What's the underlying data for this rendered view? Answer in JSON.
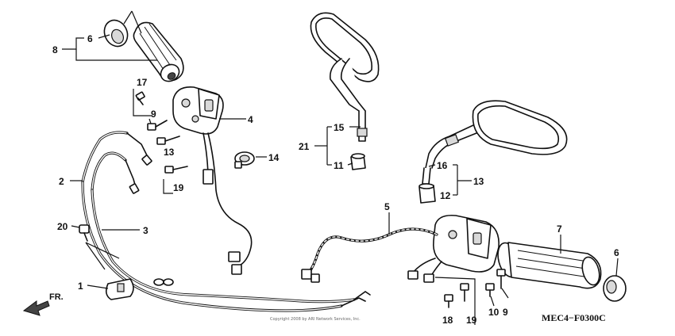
{
  "diagram": {
    "code": "MEC4−F0300C",
    "copyright": "Copyright 2008 by ARI Network Services, Inc.",
    "front": "FR.",
    "callouts": [
      {
        "id": "c1",
        "label": "1"
      },
      {
        "id": "c2",
        "label": "2"
      },
      {
        "id": "c3",
        "label": "3"
      },
      {
        "id": "c4",
        "label": "4"
      },
      {
        "id": "c5",
        "label": "5"
      },
      {
        "id": "c6a",
        "label": "6"
      },
      {
        "id": "c6b",
        "label": "6"
      },
      {
        "id": "c7",
        "label": "7"
      },
      {
        "id": "c8",
        "label": "8"
      },
      {
        "id": "c9a",
        "label": "9"
      },
      {
        "id": "c9b",
        "label": "9"
      },
      {
        "id": "c10",
        "label": "10"
      },
      {
        "id": "c11",
        "label": "11"
      },
      {
        "id": "c12",
        "label": "12"
      },
      {
        "id": "c13a",
        "label": "13"
      },
      {
        "id": "c13b",
        "label": "13"
      },
      {
        "id": "c14",
        "label": "14"
      },
      {
        "id": "c15",
        "label": "15"
      },
      {
        "id": "c16",
        "label": "16"
      },
      {
        "id": "c17",
        "label": "17"
      },
      {
        "id": "c18",
        "label": "18"
      },
      {
        "id": "c19a",
        "label": "19"
      },
      {
        "id": "c19b",
        "label": "19"
      },
      {
        "id": "c20",
        "label": "20"
      },
      {
        "id": "c21",
        "label": "21"
      }
    ]
  }
}
